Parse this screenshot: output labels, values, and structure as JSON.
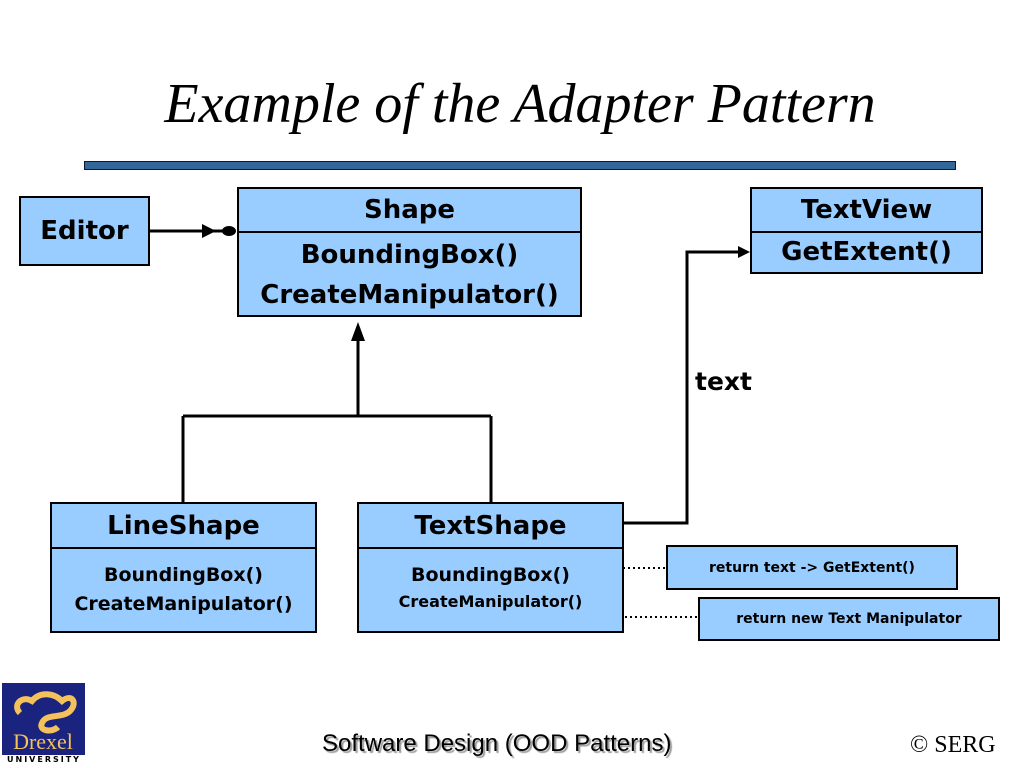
{
  "slide": {
    "title": "Example of the Adapter Pattern",
    "footer": "Software Design (OOD Patterns)",
    "copyright": "© SERG",
    "logo": {
      "name": "Drexel",
      "subtitle": "UNIVERSITY"
    },
    "colors": {
      "box_fill": "#99ccff",
      "rule": "#336699",
      "logo_bg": "#1a237e",
      "logo_fg": "#f4c25a"
    }
  },
  "diagram": {
    "editor": {
      "name": "Editor"
    },
    "shape": {
      "name": "Shape",
      "methods": [
        "BoundingBox()",
        "CreateManipulator()"
      ]
    },
    "textview": {
      "name": "TextView",
      "methods": [
        "GetExtent()"
      ]
    },
    "lineshape": {
      "name": "LineShape",
      "methods": [
        "BoundingBox()",
        "CreateManipulator()"
      ]
    },
    "textshape": {
      "name": "TextShape",
      "methods": [
        "BoundingBox()",
        "CreateManipulator()"
      ]
    },
    "association_label": "text",
    "notes": [
      "return text -> GetExtent()",
      "return new Text Manipulator"
    ]
  }
}
